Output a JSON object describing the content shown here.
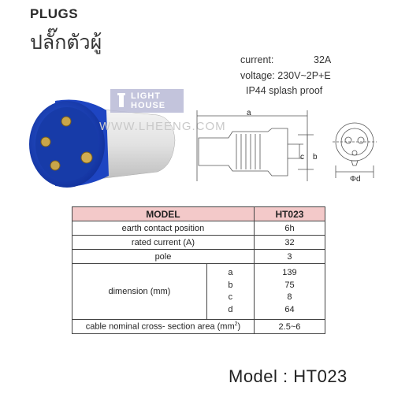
{
  "header": {
    "title_en": "PLUGS",
    "title_th": "ปลั๊กตัวผู้"
  },
  "specs": {
    "current_label": "current:",
    "current_value": "32A",
    "voltage": "voltage: 230V~2P+E",
    "ip": "IP44 splash proof"
  },
  "watermark": {
    "logo_line1": "LIGHT",
    "logo_line2": "HOUSE",
    "url": "WWW.LHEENG.COM"
  },
  "drawing_labels": {
    "a": "a",
    "b": "b",
    "c": "c",
    "d": "Φd"
  },
  "table": {
    "header": {
      "label": "MODEL",
      "value": "HT023"
    },
    "rows": [
      {
        "label": "earth contact position",
        "value": "6h"
      },
      {
        "label": "rated current (A)",
        "value": "32"
      },
      {
        "label": "pole",
        "value": "3"
      }
    ],
    "dimension": {
      "label": "dimension (mm)",
      "items": [
        {
          "key": "a",
          "value": "139"
        },
        {
          "key": "b",
          "value": "75"
        },
        {
          "key": "c",
          "value": "8"
        },
        {
          "key": "d",
          "value": "64"
        }
      ]
    },
    "cable": {
      "label": "cable nominal cross- section area (mm",
      "sup": "2",
      "label_end": ")",
      "value": "2.5~6"
    }
  },
  "footer": {
    "model": "Model : HT023"
  },
  "colors": {
    "plug_blue": "#1f49c8",
    "plug_body": "#e4e4e4",
    "header_pink": "#f3c9c9"
  }
}
